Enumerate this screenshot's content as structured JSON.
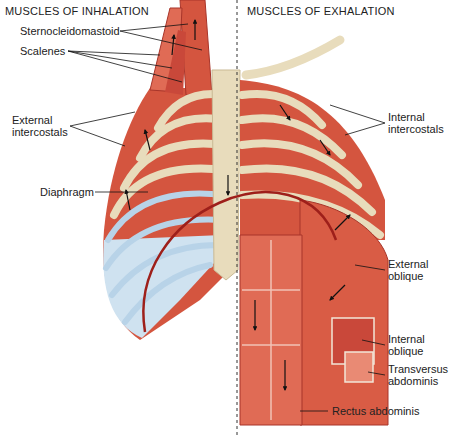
{
  "diagram": {
    "labels": [
      "MUSCLES OF INHALATION",
      "MUSCLES OF EXHALATION",
      "Sternocleidomastoid",
      "Scalenes",
      "External intercostals",
      "Diaphragm",
      "Internal intercostals",
      "External oblique",
      "Internal oblique",
      "Transversus abdominis",
      "Rectus abdominis"
    ]
  }
}
